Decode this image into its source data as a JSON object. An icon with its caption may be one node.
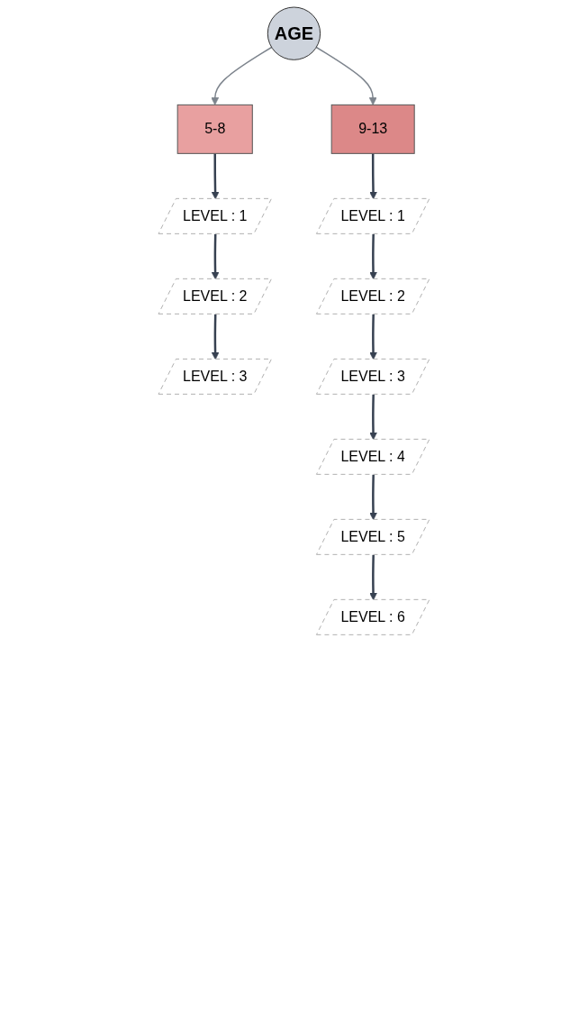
{
  "diagram": {
    "nodes": [
      {
        "text": [
          "AGE"
        ]
      },
      {
        "text": [
          "5-8"
        ]
      },
      {
        "text": [
          "9-13"
        ]
      },
      {
        "text": [
          "LEVEL : 1"
        ]
      },
      {
        "text": [
          "LEVEL : 2"
        ]
      },
      {
        "text": [
          "LEVEL : 3"
        ]
      },
      {
        "text": [
          "LEVEL : 1"
        ]
      },
      {
        "text": [
          "LEVEL : 2"
        ]
      },
      {
        "text": [
          "LEVEL : 3"
        ]
      },
      {
        "text": [
          "LEVEL : 4"
        ]
      },
      {
        "text": [
          "LEVEL : 5"
        ]
      },
      {
        "text": [
          "LEVEL : 6"
        ]
      }
    ],
    "edges": [
      {
        "from": 0,
        "to": 1,
        "arrow": "to",
        "color": "#7d848d"
      },
      {
        "from": 0,
        "to": 2,
        "arrow": "to",
        "color": "#7d848d"
      },
      {
        "from": 1,
        "to": 3,
        "arrow": "to"
      },
      {
        "from": 3,
        "to": 4,
        "arrow": "to"
      },
      {
        "from": 4,
        "to": 5,
        "arrow": "to"
      },
      {
        "from": 2,
        "to": 6,
        "arrow": "to"
      },
      {
        "from": 6,
        "to": 7,
        "arrow": "to"
      },
      {
        "from": 7,
        "to": 8,
        "arrow": "to"
      },
      {
        "from": 8,
        "to": 9,
        "arrow": "to"
      },
      {
        "from": 9,
        "to": 10,
        "arrow": "to"
      },
      {
        "from": 10,
        "to": 11,
        "arrow": "to"
      }
    ]
  }
}
